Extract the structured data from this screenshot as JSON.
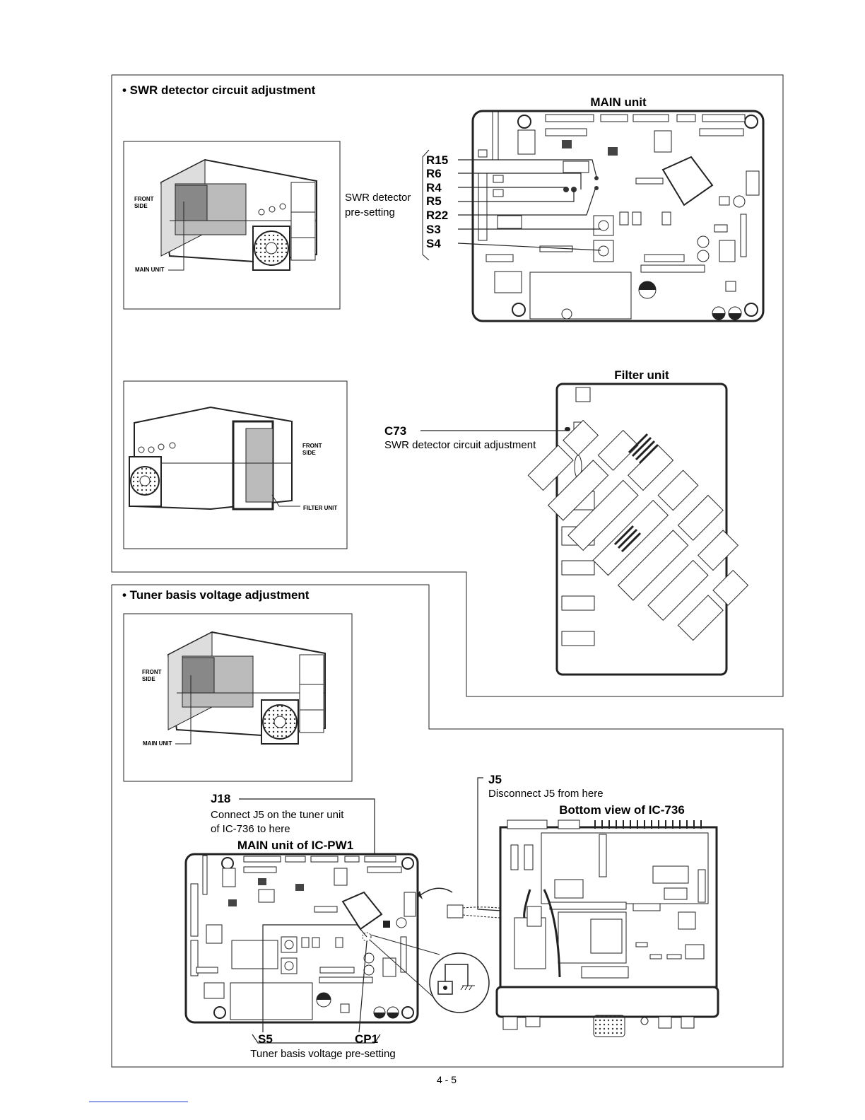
{
  "section1": {
    "heading": "• SWR detector circuit adjustment",
    "main_unit_title": "MAIN unit",
    "filter_unit_title": "Filter unit",
    "inset1": {
      "front_label_1": "FRONT",
      "front_label_2": "SIDE",
      "unit_label": "MAIN UNIT"
    },
    "inset2": {
      "front_label_1": "FRONT",
      "front_label_2": "SIDE",
      "unit_label": "FILTER UNIT"
    },
    "callouts": [
      "R15",
      "R6",
      "R4",
      "R5",
      "R22",
      "S3",
      "S4"
    ],
    "swr_presetting_line1": "SWR detector",
    "swr_presetting_line2": "pre-setting",
    "c73_label": "C73",
    "c73_desc": "SWR detector circuit adjustment"
  },
  "section2": {
    "heading": "• Tuner basis voltage adjustment",
    "inset": {
      "front_label_1": "FRONT",
      "front_label_2": "SIDE",
      "unit_label": "MAIN UNIT"
    },
    "j18_label": "J18",
    "j18_desc_line1": "Connect J5 on the tuner unit",
    "j18_desc_line2": "of IC-736 to here",
    "main_pw1_title": "MAIN unit of IC-PW1",
    "j5_label": "J5",
    "j5_desc": "Disconnect J5 from here",
    "bottom_view_title": "Bottom view of IC-736",
    "s5_label": "S5",
    "cp1_label": "CP1",
    "tuner_presetting": "Tuner basis voltage pre-setting"
  },
  "footer": {
    "page_number": "4 - 5"
  }
}
